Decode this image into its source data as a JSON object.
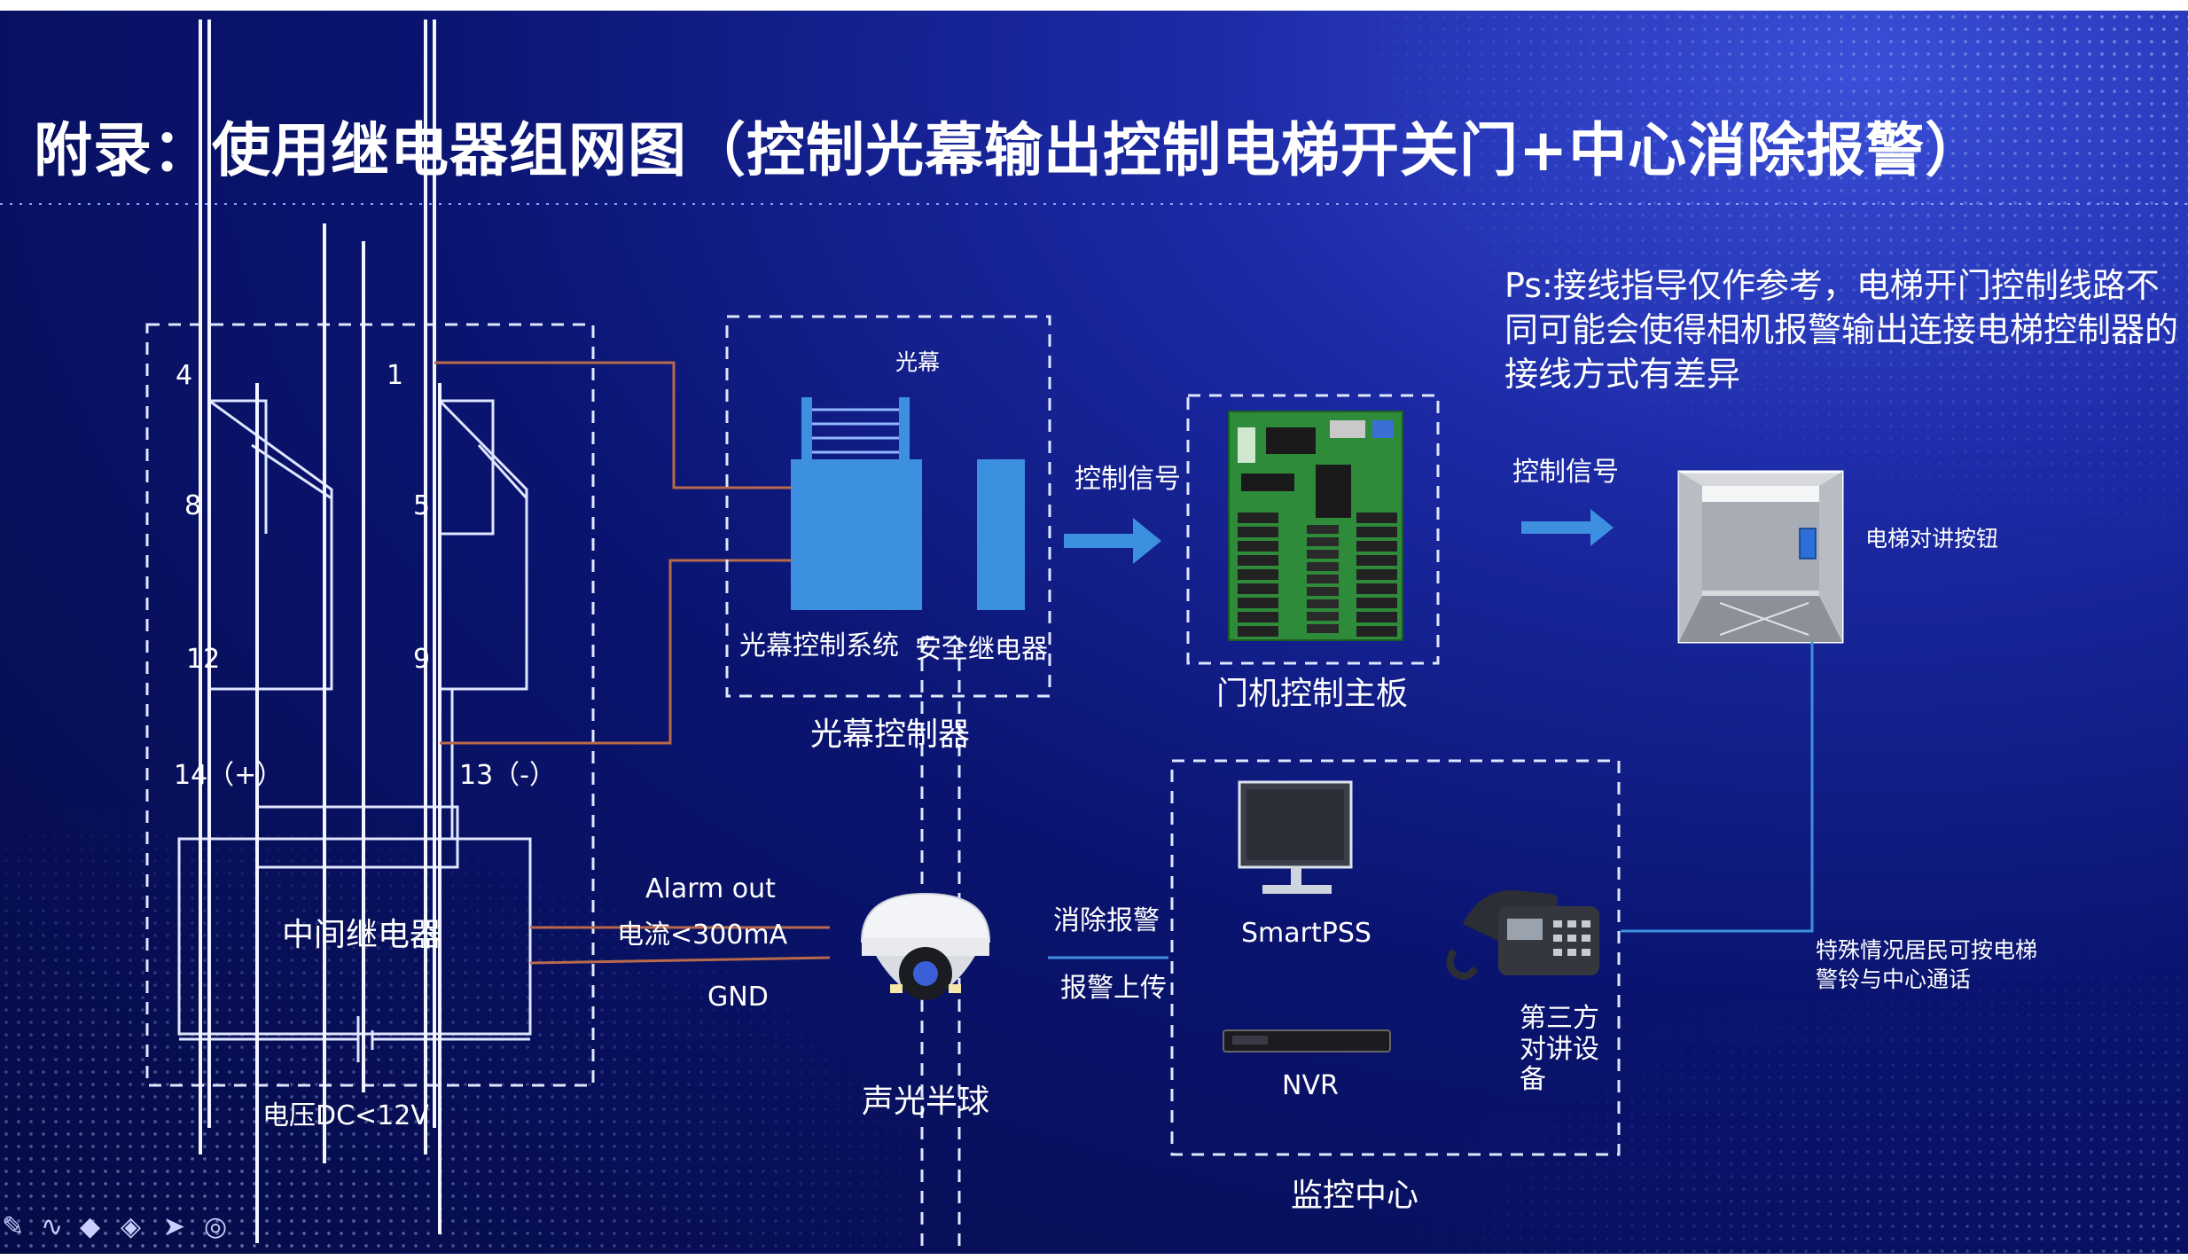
{
  "title": "附录：使用继电器组网图（控制光幕输出控制电梯开关门+中心消除报警）",
  "note": "Ps:接线指导仅作参考，电梯开门控制线路不同可能会使得相机报警输出连接电梯控制器的接线方式有差异",
  "relay": {
    "pins": [
      "4",
      "1",
      "8",
      "5",
      "12",
      "9",
      "14（+）",
      "13（-）"
    ],
    "name": "中间继电器",
    "voltage": "电压DC<12V"
  },
  "camera_link": {
    "alarm_out": "Alarm  out",
    "current": "电流<300mA",
    "gnd": "GND"
  },
  "light_curtain": {
    "curtain": "光幕",
    "control_system": "光幕控制系统",
    "safety_relay": "安全继电器",
    "name": "光幕控制器"
  },
  "signals": {
    "control_signal_1": "控制信号",
    "control_signal_2": "控制信号",
    "clear_alarm": "消除报警",
    "alarm_upload": "报警上传"
  },
  "door_board": {
    "name": "门机控制主板"
  },
  "elevator": {
    "intercom_button": "电梯对讲按钮"
  },
  "camera": {
    "name": "声光半球"
  },
  "monitor_center": {
    "smartpss": "SmartPSS",
    "nvr": "NVR",
    "third_party": "第三方对讲设备",
    "name": "监控中心"
  },
  "resident_note": "特殊情况居民可按电梯警铃与中心通话",
  "colors": {
    "accent_blue": "#3d8fe0",
    "wire_brown": "#b86a4a",
    "dash": "#dfe6ff",
    "pcb_green": "#2e8b3a"
  },
  "toolbar_icons": [
    "pen-icon",
    "squiggle-icon",
    "eraser-icon",
    "highlighter-icon",
    "pointer-icon",
    "target-icon"
  ]
}
